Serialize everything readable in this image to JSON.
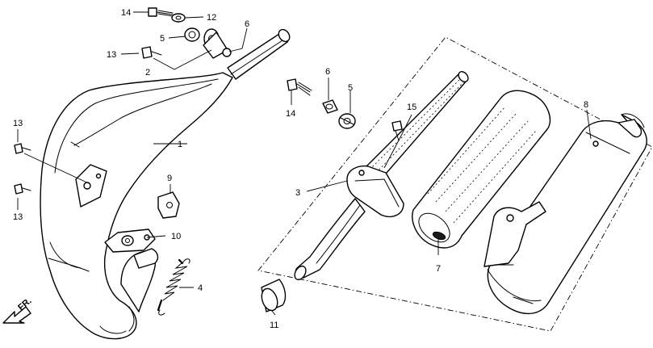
{
  "callouts": {
    "p1": "1",
    "p2": "2",
    "p3": "3",
    "p4": "4",
    "p5a": "5",
    "p5b": "5",
    "p6a": "6",
    "p6b": "6",
    "p7": "7",
    "p8": "8",
    "p9": "9",
    "p10": "10",
    "p11": "11",
    "p12": "12",
    "p13a": "13",
    "p13b": "13",
    "p13c": "13",
    "p14a": "14",
    "p14b": "14",
    "p15": "15"
  },
  "direction": {
    "label": "FR.",
    "icon": "front-arrow-icon"
  },
  "colors": {
    "line": "#000000",
    "background": "#ffffff"
  }
}
